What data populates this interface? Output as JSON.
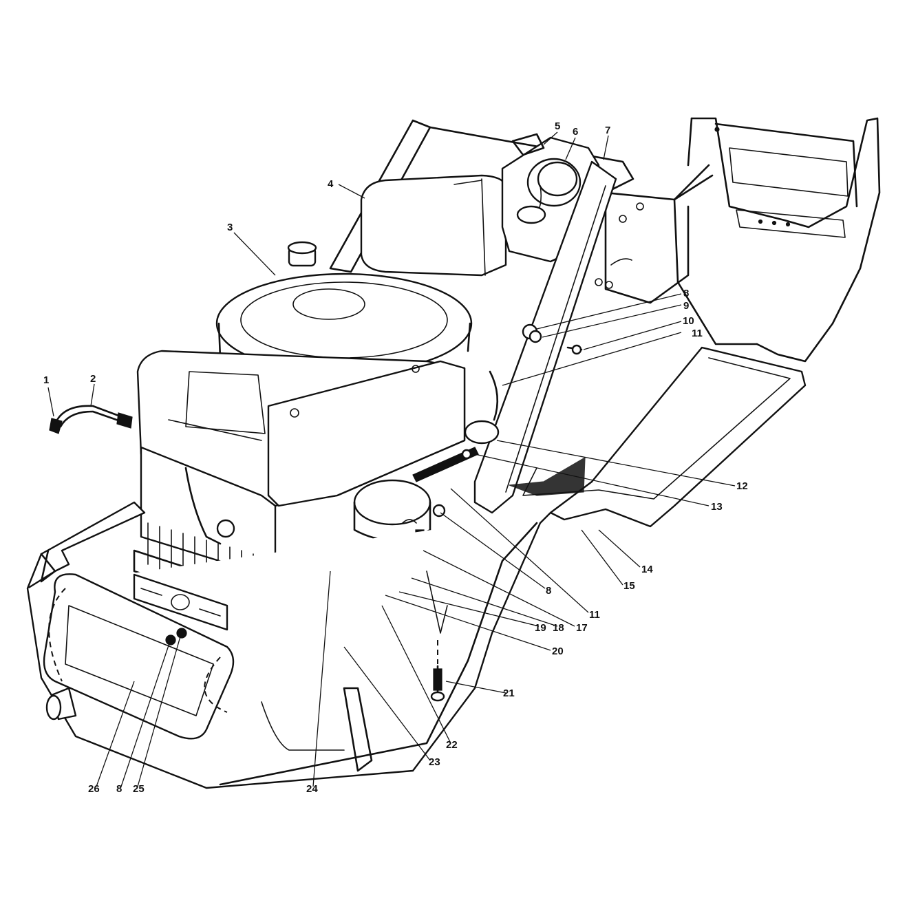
{
  "callouts": [
    {
      "id": "c1",
      "label": "1"
    },
    {
      "id": "c2",
      "label": "2"
    },
    {
      "id": "c3",
      "label": "3"
    },
    {
      "id": "c4",
      "label": "4"
    },
    {
      "id": "c5",
      "label": "5"
    },
    {
      "id": "c6",
      "label": "6"
    },
    {
      "id": "c7",
      "label": "7"
    },
    {
      "id": "c8a",
      "label": "8"
    },
    {
      "id": "c9",
      "label": "9"
    },
    {
      "id": "c10",
      "label": "10"
    },
    {
      "id": "c11a",
      "label": "11"
    },
    {
      "id": "c12",
      "label": "12"
    },
    {
      "id": "c13",
      "label": "13"
    },
    {
      "id": "c14",
      "label": "14"
    },
    {
      "id": "c15",
      "label": "15"
    },
    {
      "id": "c8b",
      "label": "8"
    },
    {
      "id": "c11b",
      "label": "11"
    },
    {
      "id": "c17",
      "label": "17"
    },
    {
      "id": "c18",
      "label": "18"
    },
    {
      "id": "c19",
      "label": "19"
    },
    {
      "id": "c20",
      "label": "20"
    },
    {
      "id": "c21",
      "label": "21"
    },
    {
      "id": "c22",
      "label": "22"
    },
    {
      "id": "c23",
      "label": "23"
    },
    {
      "id": "c24",
      "label": "24"
    },
    {
      "id": "c25",
      "label": "25"
    },
    {
      "id": "c8c",
      "label": "8"
    },
    {
      "id": "c26",
      "label": "26"
    }
  ]
}
